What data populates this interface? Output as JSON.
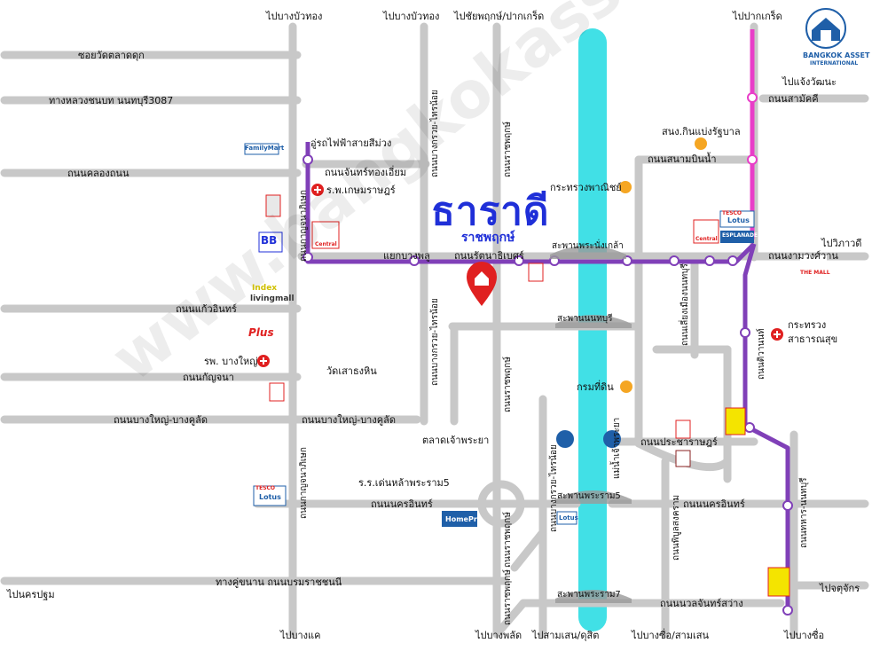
{
  "logo": {
    "line1": "BANGKOK ASSET",
    "line2": "INTERNATIONAL"
  },
  "project": {
    "name": "ธาราดี",
    "location": "ราชพฤกษ์"
  },
  "watermark": "www.bangkokassets.com",
  "edge_directions": {
    "top_left": "ไปบางบัวทอง",
    "top_mid": "ไปบางบัวทอง",
    "top_chaiyapruek": "ไปชัยพฤกษ์/ปากเกร็ด",
    "top_right": "ไปปากเกร็ด",
    "right_chaengwattana": "ไปแจ้งวัฒนะ",
    "right_vibhavadi": "ไปวิภาวดี",
    "right_chatuchak": "ไปจตุจักร",
    "left_nakhonpathom": "ไปนครปฐม",
    "bottom_bangkhae": "ไปบางแค",
    "bottom_bangphlat": "ไปบางพลัด",
    "bottom_samsen_dusit": "ไปสามเสน/ดุสิต",
    "bottom_bangsue_samsen": "ไปบางซื่อ/สามเสน",
    "bottom_bangsue": "ไปบางซื่อ"
  },
  "roads": {
    "soi_wat_taladud": "ซอยวัดตลาดดุก",
    "rural_3087": "ทางหลวงชนบท นนทบุรี3087",
    "khlong_thanon": "ถนนคลองถนน",
    "chan_thong_iam": "ถนนจันทร์ทองเอี่ยม",
    "kaew_in": "ถนนแก้วอินทร์",
    "kanchana": "ถนนกัญจนา",
    "bang_yai_bang_kruai_left": "ถนนบางใหญ่-บางคูลัด",
    "bang_yai_bang_kruai_mid": "ถนนบางใหญ่-บางคูลัด",
    "khan_pi_nakin_left": "ถนนนครอินทร์",
    "khan_pi_nakin_right": "ถนนนครอินทร์",
    "borommaratchachonnani": "ทางคู่ขนาน ถนนบรมราชชนนี",
    "sanambinnam": "ถนนสนามบินน้ำ",
    "samakkhi": "ถนนสามัคคี",
    "ngam_wong_wan": "ถนนงามวงศ์วาน",
    "rattanathibet": "ถนนรัตนาธิเบศร์",
    "yaek_bang_phlu": "แยกบางพลู",
    "pracharat": "ถนนประชาราษฎร์",
    "nuanchan": "ถนนนวลจันทร์สว่าง",
    "kanchanaphisek_v1": "ถนนกาญจนาภิเษก",
    "kanchanaphisek_v2": "ถนนกาญจนาภิเษก",
    "bangkruai_sainoi_top": "ถนนบางกรวย-ไทรน้อย",
    "bangkruai_sainoi_mid": "ถนนบางกรวย-ไทรน้อย",
    "bangkruai_sainoi_low": "ถนนบางกรวย-ไทรน้อย",
    "ratchaphruek_top": "ถนนราชพฤกษ์",
    "ratchaphruek_mid": "ถนนราชพฤกษ์",
    "ratchaphruek_low": "ถนนราชพฤกษ์",
    "ratchaphruek_bottom": "ถนนราชพฤกษ์",
    "liang_mueang": "ถนนเลี่ยงเมืองนนทบุรี",
    "tiwanon": "ถนนติวานนท์",
    "phibulsongkhram": "ถนนพิบูลสงคราม",
    "thaharn_bus": "ถนนทหาร-นนทบุรี",
    "bridge_nonthaburi": "สะพานนนทบุรี",
    "bridge_phraram5": "สะพานพระราม5",
    "bridge_phraram7": "สะพานพระราม7",
    "bridge_phranangklao": "สะพานพระนั่งเกล้า",
    "river": "แม่น้ำเจ้าพระยา"
  },
  "places": {
    "purple_line_bts": "อู่รถไฟฟ้าสายสีม่วง",
    "kasemrad": "ร.พ.เกษมราษฎร์",
    "bangyai_hospital": "รพ. บางใหญ่",
    "wat_laoson": "วัดเสาธงหิน",
    "tha_nam_market": "ตลาดเจ้าพระยา",
    "dental_phraram5": "ร.ร.เด่นหล้าพระราม5",
    "ministry_commerce": "กระทรวงพาณิชย์",
    "election_office": "สนง.กินแบ่งรัฐบาล",
    "land_dept": "กรมที่ดิน",
    "ministry_health_1": "กระทรวง",
    "ministry_health_2": "สาธารณสุข"
  },
  "brands": {
    "familymart": "FamilyMart",
    "bb": "BB",
    "central_1": "Central",
    "central_2": "Central",
    "index": "Index",
    "livingmall": "livingmall",
    "plus": "Plus",
    "tesco1": "TESCO",
    "lotus1": "Lotus",
    "tesco2": "TESCO",
    "lotus2": "Lotus",
    "lotus3": "Lotus",
    "homepro": "HomePro",
    "esplanade": "ESPLANADE",
    "mall": "THE MALL"
  },
  "colors": {
    "road": "#c8c8c8",
    "river": "#41e0e6",
    "purple_line": "#8040b8",
    "pink_line": "#e83ec8",
    "title": "#1f2fd8",
    "pin": "#e02020",
    "poi_orange": "#f5a623"
  }
}
